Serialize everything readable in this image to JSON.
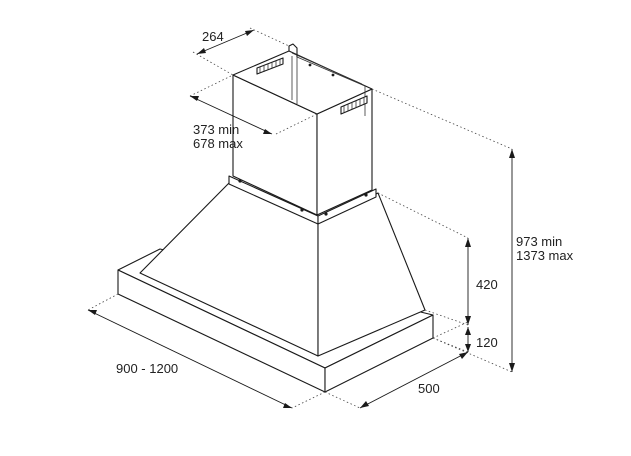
{
  "dimensions": {
    "chimney_depth": "264",
    "chimney_width_min": "373 min",
    "chimney_width_max": "678 max",
    "total_height_min": "973 min",
    "total_height_max": "1373 max",
    "canopy_height": "420",
    "base_height": "120",
    "width_range": "900 - 1200",
    "depth": "500"
  }
}
